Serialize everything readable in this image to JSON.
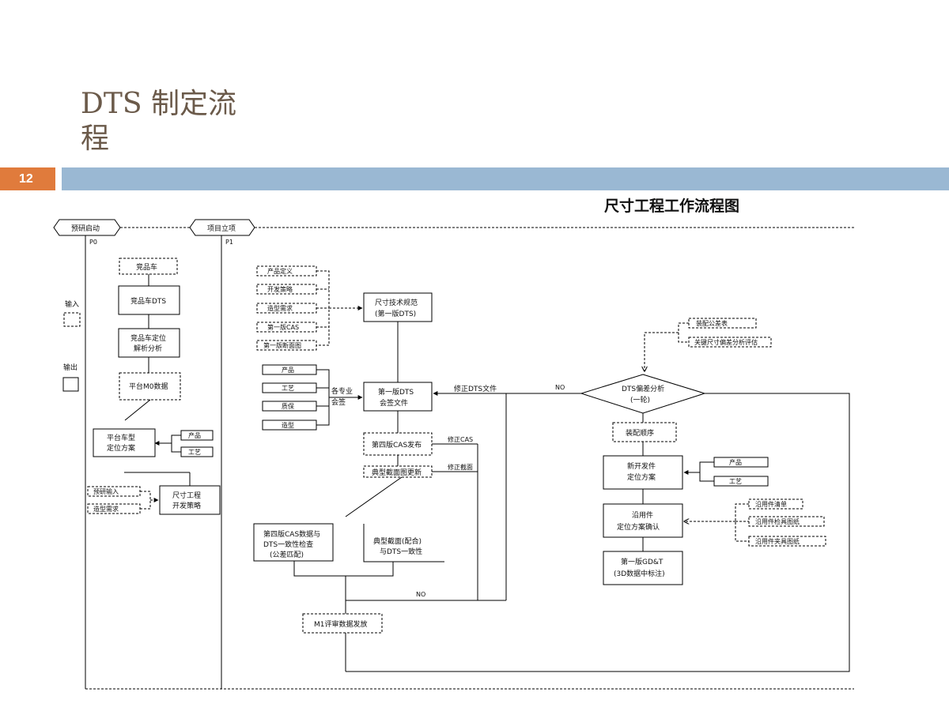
{
  "slide": {
    "title_line1": "DTS 制定流",
    "title_line2": "程",
    "page_number": "12"
  },
  "diagram": {
    "heading": "尺寸工程工作流程图",
    "milestones": {
      "m0": "预研启动",
      "m0_code": "P0",
      "m1": "项目立项",
      "m1_code": "P1"
    },
    "legend": {
      "input": "输入",
      "output": "输出"
    },
    "left": {
      "comp_car": "竞品车",
      "comp_dts": "竞品车DTS",
      "comp_analysis_1": "竞品车定位",
      "comp_analysis_2": "解析分析",
      "platform_m0": "平台M0数据",
      "platform_plan_1": "平台车型",
      "platform_plan_2": "定位方案",
      "product": "产品",
      "process": "工艺",
      "preset_input": "预研输入",
      "styling_req": "造型需求",
      "strategy_1": "尺寸工程",
      "strategy_2": "开发策略"
    },
    "middle": {
      "def": "产品定义",
      "dev_strategy": "开发策略",
      "styling_req": "造型需求",
      "cas1": "第一版CAS",
      "section1": "第一版断面图",
      "spec_1": "尺寸技术规范",
      "spec_2": "(第一版DTS)",
      "product": "产品",
      "process": "工艺",
      "quality": "质保",
      "styling": "造型",
      "sign_1": "各专业",
      "sign_2": "会签",
      "dts1_1": "第一版DTS",
      "dts1_2": "会签文件",
      "fix_dts": "修正DTS文件",
      "cas4": "第四版CAS发布",
      "fix_cas": "修正CAS",
      "section_update": "典型截面图更新",
      "fix_section": "修正截面",
      "check_1": "第四版CAS数据与",
      "check_2": "DTS一致性检查",
      "check_3": "(公差匹配)",
      "typical_1": "典型截面(配合)",
      "typical_2": "与DTS一致性",
      "no": "NO",
      "m1_release": "M1评审数据发放"
    },
    "right": {
      "assembly_plan": "装配公差表",
      "key_eval": "关键尺寸偏差分析评估",
      "diamond_1": "DTS偏差分析",
      "diamond_2": "(一轮)",
      "no": "NO",
      "assembly_order": "装配顺序",
      "new_part_1": "新开发件",
      "new_part_2": "定位方案",
      "product": "产品",
      "process": "工艺",
      "carry_1": "沿用件",
      "carry_2": "定位方案确认",
      "carry_list": "沿用件清单",
      "carry_drawing": "沿用件检具图纸",
      "carry_tool": "沿用件夹具图纸",
      "gdt_1": "第一版GD&T",
      "gdt_2": "(3D数据中标注)"
    }
  }
}
